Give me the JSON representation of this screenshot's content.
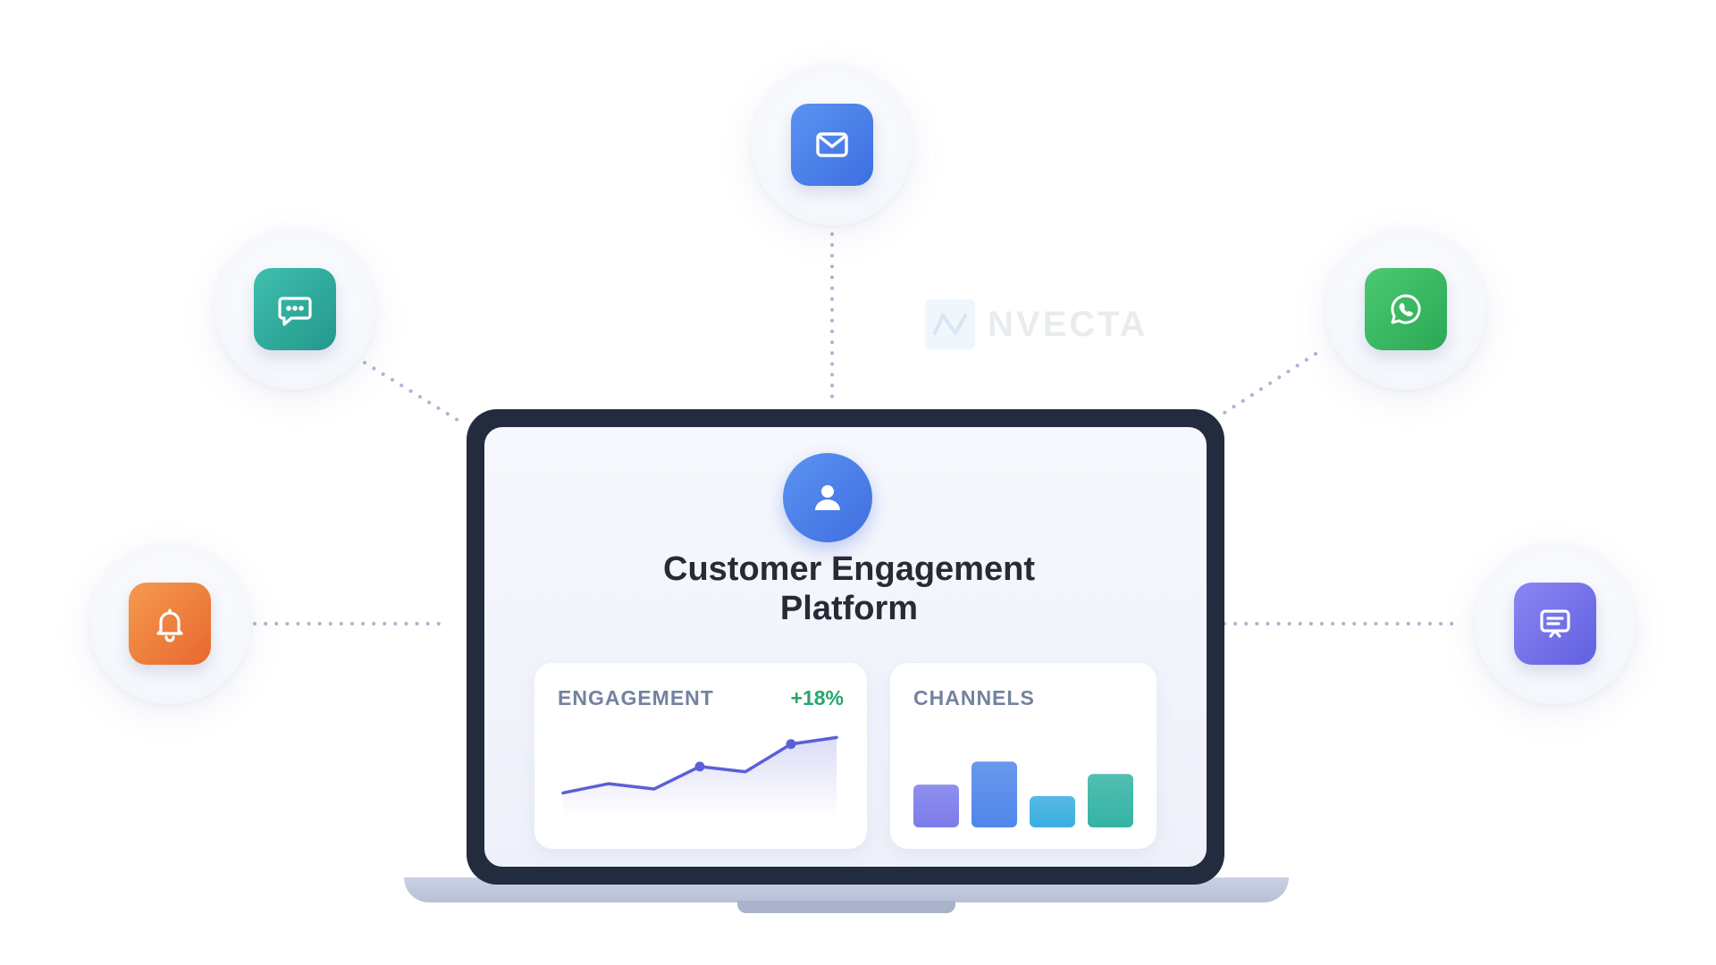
{
  "brand": {
    "name": "NVECTA"
  },
  "platform": {
    "title_line1": "Customer Engagement",
    "title_line2": "Platform"
  },
  "channels": [
    {
      "id": "email",
      "icon": "mail-icon"
    },
    {
      "id": "chat",
      "icon": "chat-bubble-icon"
    },
    {
      "id": "whatsapp",
      "icon": "whatsapp-icon"
    },
    {
      "id": "notifications",
      "icon": "bell-icon"
    },
    {
      "id": "messaging",
      "icon": "message-screen-icon"
    }
  ],
  "colors": {
    "frame": "#232b3e",
    "accent_blue": "#4a7ee8",
    "line": "#5b5fd6",
    "positive": "#26a66c",
    "connector": "#a9b6d3"
  },
  "chart_data": [
    {
      "type": "line",
      "title": "ENGAGEMENT",
      "annotation": "+18%",
      "x": [
        0,
        1,
        2,
        3,
        4,
        5,
        6
      ],
      "values": [
        18,
        25,
        21,
        38,
        34,
        55,
        60
      ],
      "markers_at": [
        3,
        5
      ],
      "xlabel": "",
      "ylabel": "",
      "ylim": [
        0,
        65
      ],
      "grid": false,
      "legend": "none"
    },
    {
      "type": "bar",
      "title": "CHANNELS",
      "categories": [
        "",
        "",
        "",
        ""
      ],
      "values": [
        52,
        80,
        38,
        65
      ],
      "colors": [
        "#7b7cea",
        "#4f86ea",
        "#39aee0",
        "#34b3a4"
      ],
      "xlabel": "",
      "ylabel": "",
      "ylim": [
        0,
        100
      ],
      "grid": false,
      "legend": "none"
    }
  ]
}
